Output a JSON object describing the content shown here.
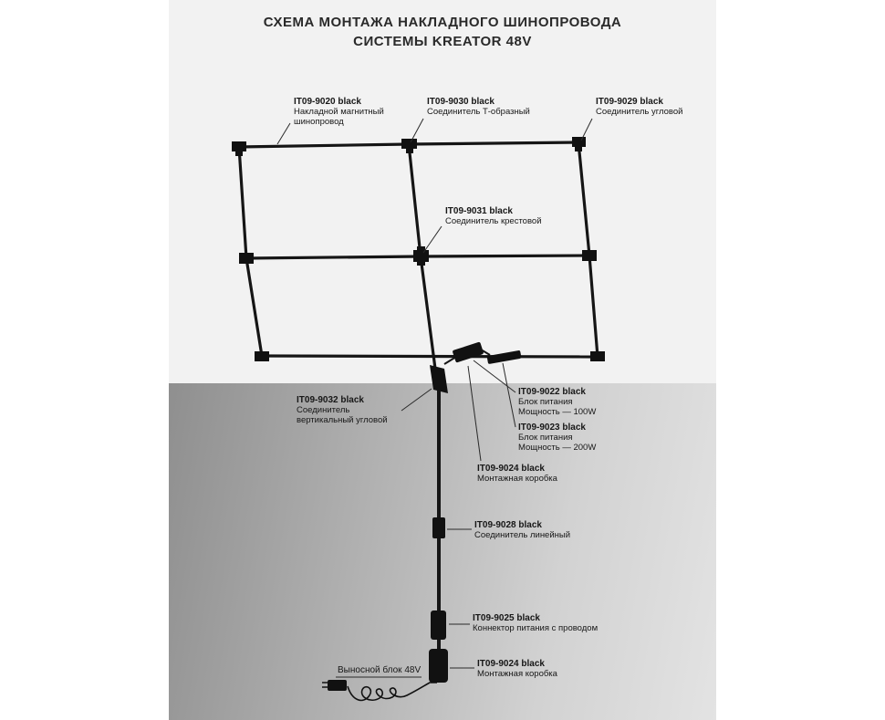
{
  "title": {
    "line1": "СХЕМА МОНТАЖА НАКЛАДНОГО ШИНОПРОВОДА",
    "line2": "СИСТЕМЫ KREATOR 48V"
  },
  "colors": {
    "track": "#151515",
    "ceiling_background": "#f2f2f2",
    "wall_gradient_dark": "#8f8f8f",
    "wall_gradient_light": "#e3e3e3",
    "text": "#171717"
  },
  "labels": {
    "track9020": {
      "code": "IT09-9020 black",
      "lines": [
        "Накладной магнитный",
        "шинопровод"
      ]
    },
    "tconn9030": {
      "code": "IT09-9030 black",
      "lines": [
        "Соединитель Т-образный"
      ]
    },
    "corner9029": {
      "code": "IT09-9029 black",
      "lines": [
        "Соединитель угловой"
      ]
    },
    "cross9031": {
      "code": "IT09-9031 black",
      "lines": [
        "Соединитель крестовой"
      ]
    },
    "vert9032": {
      "code": "IT09-9032 black",
      "lines": [
        "Соединитель",
        "вертикальный угловой"
      ]
    },
    "psu9022": {
      "code": "IT09-9022 black",
      "lines": [
        "Блок питания",
        "Мощность — 100W"
      ]
    },
    "psu9023": {
      "code": "IT09-9023 black",
      "lines": [
        "Блок питания",
        "Мощность — 200W"
      ]
    },
    "box9024top": {
      "code": "IT09-9024 black",
      "lines": [
        "Монтажная коробка"
      ]
    },
    "linear9028": {
      "code": "IT09-9028 black",
      "lines": [
        "Соединитель линейный"
      ]
    },
    "feed9025": {
      "code": "IT09-9025 black",
      "lines": [
        "Коннектор питания с проводом"
      ]
    },
    "box9024bot": {
      "code": "IT09-9024 black",
      "lines": [
        "Монтажная коробка"
      ]
    },
    "remote_unit": {
      "text": "Выносной блок 48V"
    }
  }
}
